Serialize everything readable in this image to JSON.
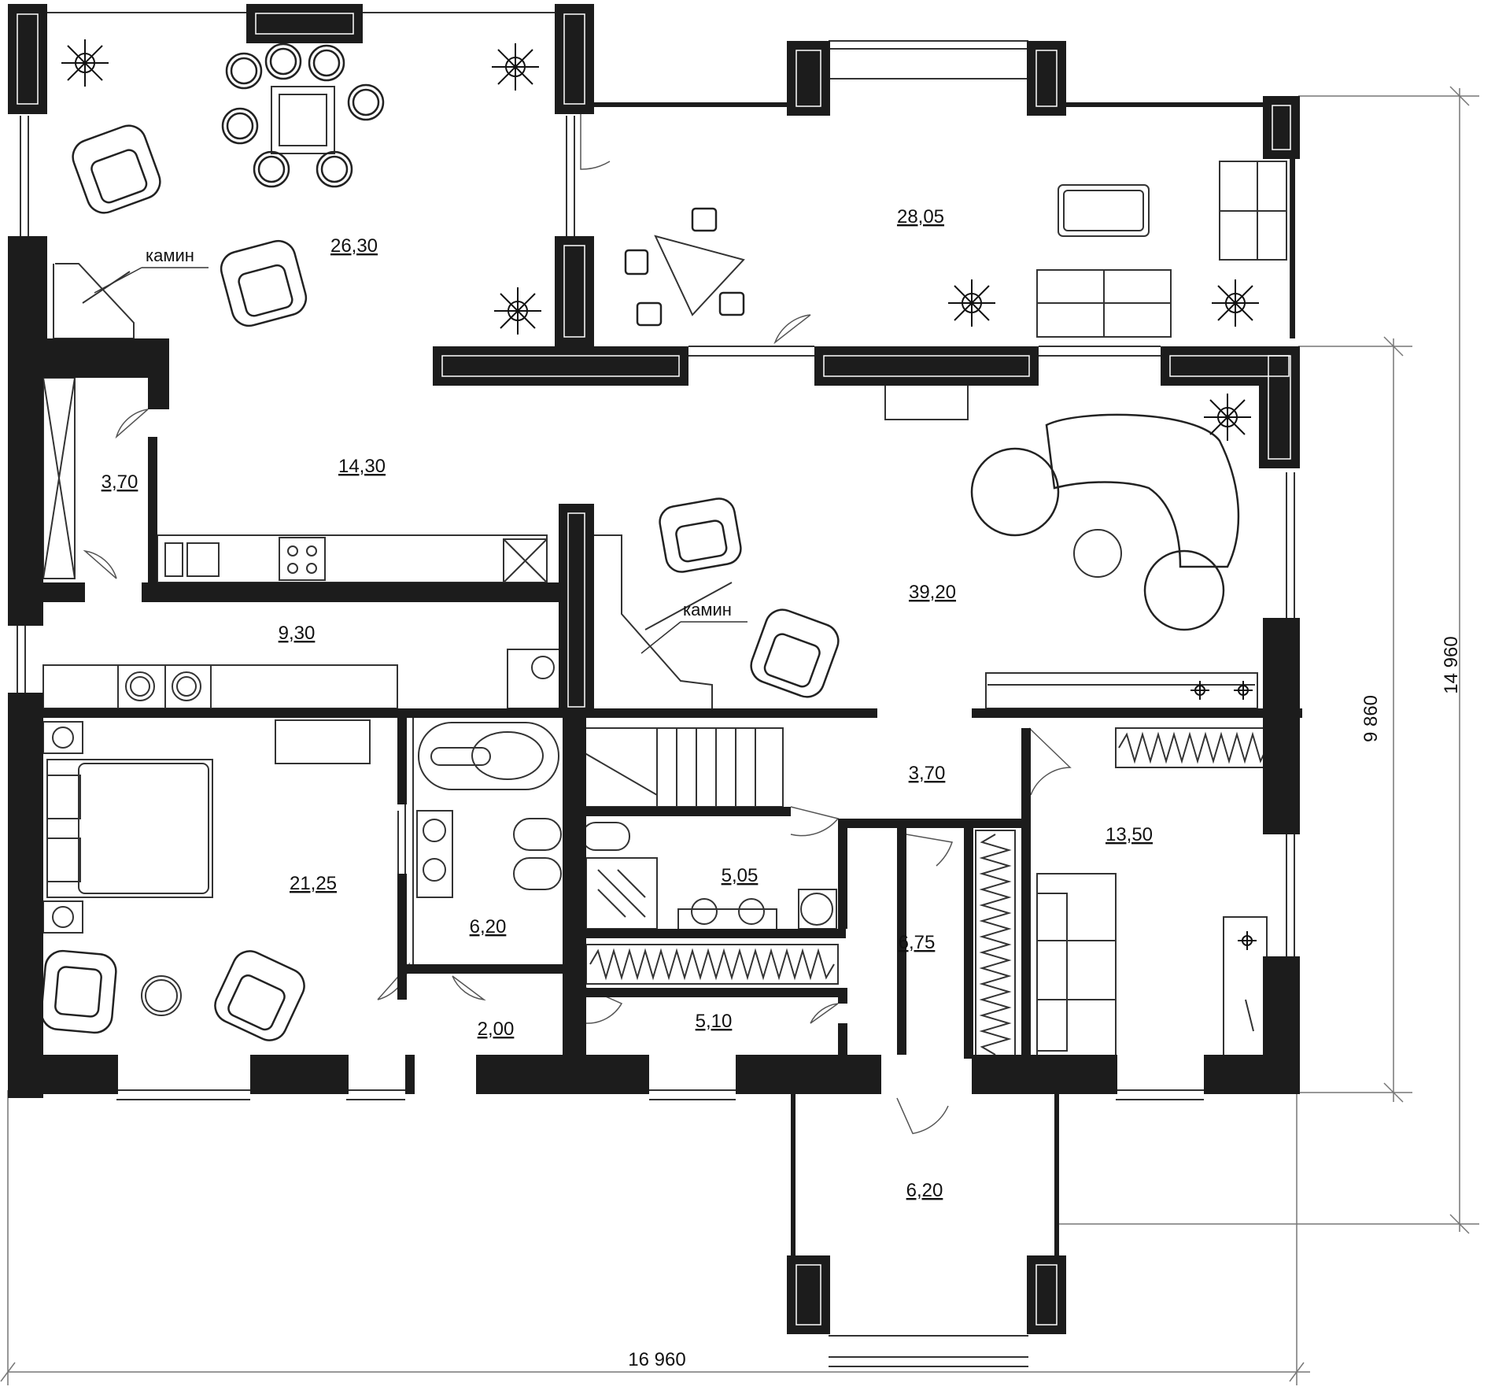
{
  "colors": {
    "wall": "#1c1c1c",
    "line": "#333333",
    "furniture": "#222222",
    "background": "#ffffff"
  },
  "rooms": [
    {
      "id": "terrace-dining",
      "area": "26,30"
    },
    {
      "id": "terrace-living",
      "area": "28,05"
    },
    {
      "id": "pantry",
      "area": "3,70"
    },
    {
      "id": "kitchen",
      "area": "14,30"
    },
    {
      "id": "living-room",
      "area": "39,20"
    },
    {
      "id": "utility-corridor",
      "area": "9,30"
    },
    {
      "id": "bedroom",
      "area": "21,25"
    },
    {
      "id": "bathroom",
      "area": "6,20"
    },
    {
      "id": "hall",
      "area": "3,70"
    },
    {
      "id": "shower-room",
      "area": "5,05"
    },
    {
      "id": "wardrobe",
      "area": "5,10"
    },
    {
      "id": "storage",
      "area": "2,00"
    },
    {
      "id": "vestibule",
      "area": "6,75"
    },
    {
      "id": "guest-room",
      "area": "13,50"
    },
    {
      "id": "porch",
      "area": "6,20"
    }
  ],
  "notes": {
    "fireplace_1": "камин",
    "fireplace_2": "камин"
  },
  "dimensions": {
    "overall_width": "16 960",
    "overall_depth": "14 960",
    "house_depth": "9 860"
  }
}
